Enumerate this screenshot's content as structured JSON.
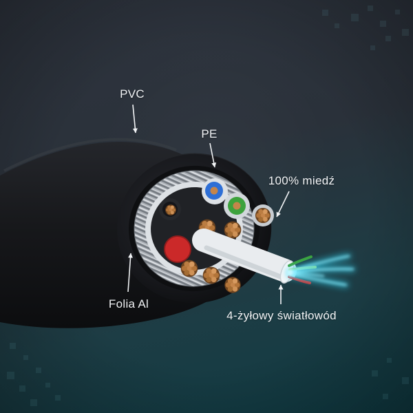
{
  "diagram": {
    "labels": [
      {
        "id": "pvc",
        "text": "PVC"
      },
      {
        "id": "pe",
        "text": "PE"
      },
      {
        "id": "copper",
        "text": "100% miedź"
      },
      {
        "id": "foil",
        "text": "Folia Al"
      },
      {
        "id": "fiber",
        "text": "4-żyłowy światłowód"
      }
    ],
    "colors": {
      "background_top": "#2e343e",
      "background_bottom": "#0f3a42",
      "label_text": "#f2f4f6",
      "jacket_black": "#17181b",
      "braid_silver": "#aeb3b9",
      "foil_white": "#dde1e5",
      "copper": "#b5763c",
      "wire_blue": "#2e6fd6",
      "wire_green": "#3da23c",
      "wire_red": "#cb2929",
      "fiber_glow_cyan": "#2ed4f2"
    }
  }
}
